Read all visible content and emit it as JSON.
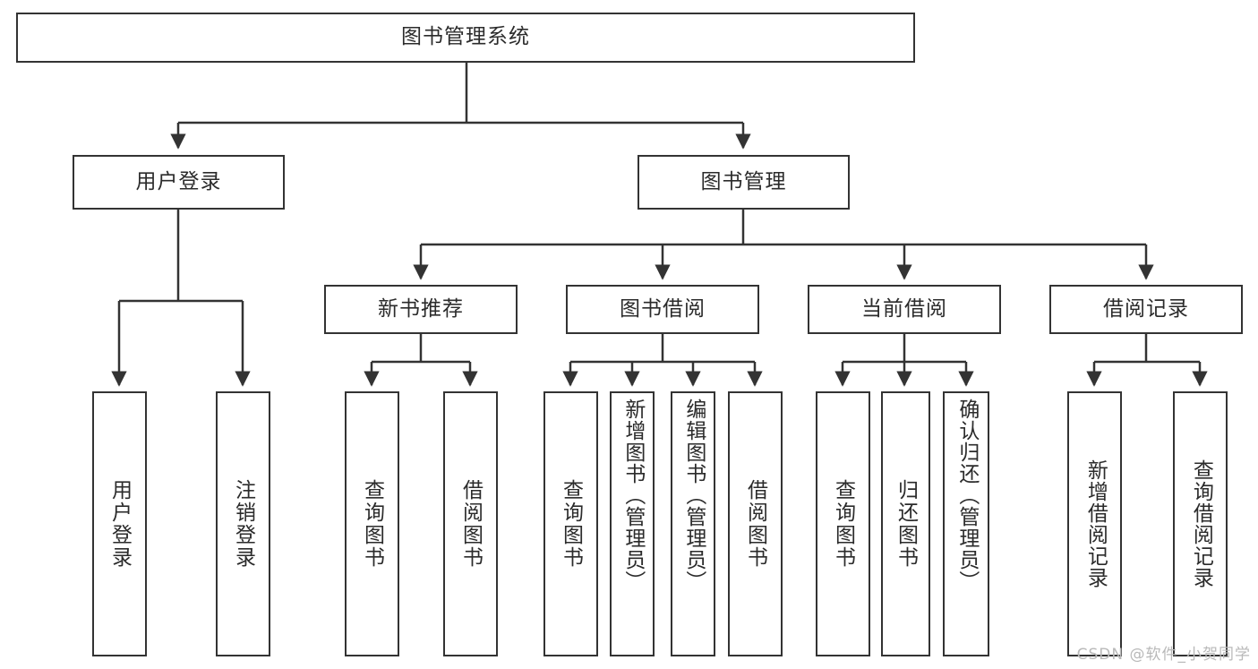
{
  "diagram": {
    "title": "图书管理系统",
    "type": "tree",
    "background_color": "#ffffff",
    "line_color": "#333333",
    "box_border_color": "#333333",
    "box_fill_color": "#ffffff",
    "text_color": "#2b2b2b"
  },
  "root": {
    "label": "图书管理系统"
  },
  "level2": [
    {
      "label": "用户登录"
    },
    {
      "label": "图书管理"
    }
  ],
  "level3": [
    {
      "label": "新书推荐"
    },
    {
      "label": "图书借阅"
    },
    {
      "label": "当前借阅"
    },
    {
      "label": "借阅记录"
    }
  ],
  "leaves": {
    "user_login": [
      {
        "label": "用户登录"
      },
      {
        "label": "注销登录"
      }
    ],
    "new_book_recommend": [
      {
        "label": "查询图书"
      },
      {
        "label": "借阅图书"
      }
    ],
    "book_borrow": [
      {
        "label": "查询图书"
      },
      {
        "label": "新增图书（管理员）"
      },
      {
        "label": "编辑图书（管理员）"
      },
      {
        "label": "借阅图书"
      }
    ],
    "current_borrow": [
      {
        "label": "查询图书"
      },
      {
        "label": "归还图书"
      },
      {
        "label": "确认归还（管理员）"
      }
    ],
    "borrow_record": [
      {
        "label": "新增借阅记录"
      },
      {
        "label": "查询借阅记录"
      }
    ]
  },
  "watermark": {
    "text": "CSDN @软件_小贺同学"
  },
  "chart_data": {
    "type": "table",
    "title": "图书管理系统 功能结构图",
    "hierarchy": [
      {
        "name": "图书管理系统",
        "level": 1,
        "children": [
          {
            "name": "用户登录",
            "level": 2,
            "children": [
              {
                "name": "用户登录",
                "level": 3,
                "children": []
              },
              {
                "name": "注销登录",
                "level": 3,
                "children": []
              }
            ]
          },
          {
            "name": "图书管理",
            "level": 2,
            "children": [
              {
                "name": "新书推荐",
                "level": 3,
                "children": [
                  {
                    "name": "查询图书",
                    "level": 4,
                    "children": []
                  },
                  {
                    "name": "借阅图书",
                    "level": 4,
                    "children": []
                  }
                ]
              },
              {
                "name": "图书借阅",
                "level": 3,
                "children": [
                  {
                    "name": "查询图书",
                    "level": 4,
                    "children": []
                  },
                  {
                    "name": "新增图书（管理员）",
                    "level": 4,
                    "children": []
                  },
                  {
                    "name": "编辑图书（管理员）",
                    "level": 4,
                    "children": []
                  },
                  {
                    "name": "借阅图书",
                    "level": 4,
                    "children": []
                  }
                ]
              },
              {
                "name": "当前借阅",
                "level": 3,
                "children": [
                  {
                    "name": "查询图书",
                    "level": 4,
                    "children": []
                  },
                  {
                    "name": "归还图书",
                    "level": 4,
                    "children": []
                  },
                  {
                    "name": "确认归还（管理员）",
                    "level": 4,
                    "children": []
                  }
                ]
              },
              {
                "name": "借阅记录",
                "level": 3,
                "children": [
                  {
                    "name": "新增借阅记录",
                    "level": 4,
                    "children": []
                  },
                  {
                    "name": "查询借阅记录",
                    "level": 4,
                    "children": []
                  }
                ]
              }
            ]
          }
        ]
      }
    ]
  }
}
